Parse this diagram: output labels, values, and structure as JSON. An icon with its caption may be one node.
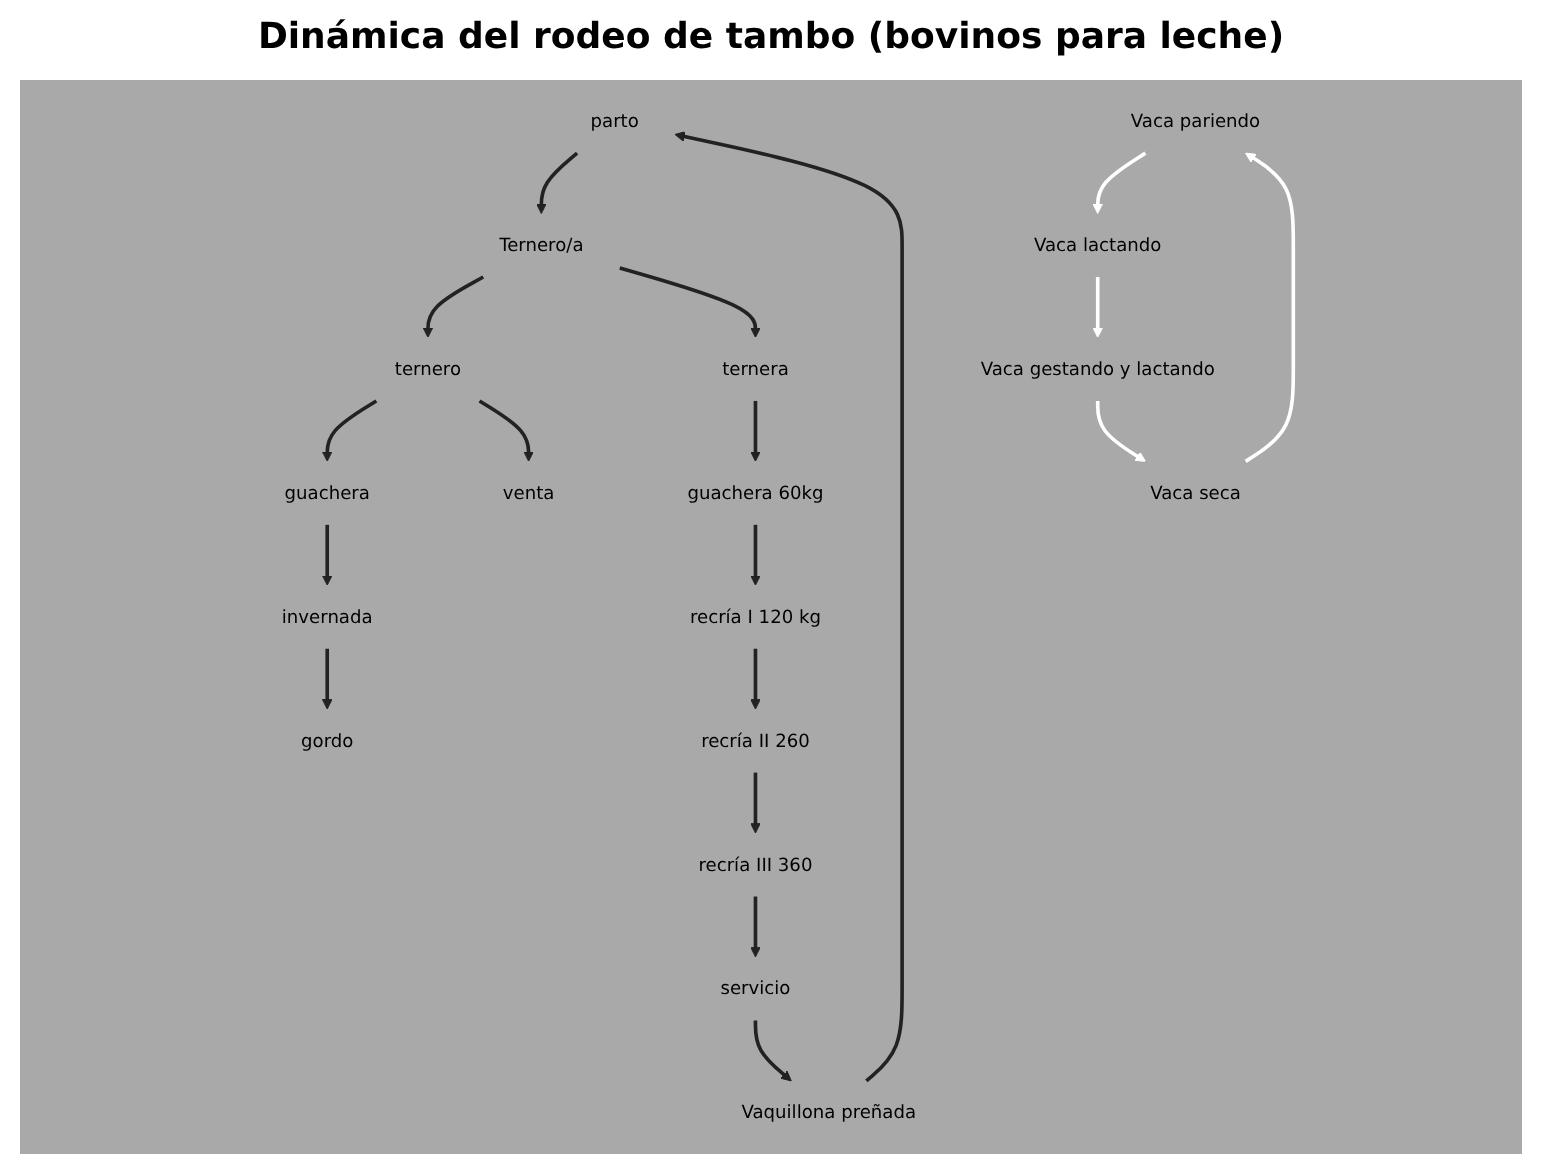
{
  "diagram": {
    "title": "Dinámica del rodeo de tambo (bovinos para leche)",
    "nodes": [
      {
        "text": [
          "gordo"
        ]
      },
      {
        "text": [
          "invernada"
        ]
      },
      {
        "text": [
          "guachera"
        ]
      },
      {
        "text": [
          "venta"
        ]
      },
      {
        "text": [
          "ternero"
        ]
      },
      {
        "text": [
          "parto"
        ]
      },
      {
        "text": [
          "Ternero/a"
        ]
      },
      {
        "text": [
          "ternera"
        ]
      },
      {
        "text": [
          "Vaca pariendo"
        ]
      },
      {
        "text": [
          "guachera 60kg"
        ]
      },
      {
        "text": [
          "Vaquillona preñada"
        ]
      },
      {
        "text": [
          "Vaca seca"
        ]
      },
      {
        "text": [
          "Vaca lactando"
        ]
      },
      {
        "text": [
          "recría I 120 kg"
        ]
      },
      {
        "text": [
          "Vaca gestando y lactando"
        ]
      },
      {
        "text": [
          "recría II 260"
        ]
      },
      {
        "text": [
          "servicio"
        ]
      },
      {
        "text": [
          "recría III 360"
        ]
      }
    ],
    "edges": [
      {
        "from": 1,
        "to": 0,
        "arrow": "to"
      },
      {
        "from": 2,
        "to": 1,
        "arrow": "to"
      },
      {
        "from": 4,
        "to": 2,
        "arrow": "to"
      },
      {
        "from": 4,
        "to": 3,
        "arrow": "to"
      },
      {
        "from": 6,
        "to": 4,
        "arrow": "to"
      },
      {
        "from": 5,
        "to": 6,
        "arrow": "to"
      },
      {
        "from": 6,
        "to": 7,
        "arrow": "to"
      },
      {
        "from": 7,
        "to": 9,
        "arrow": "to"
      },
      {
        "from": 9,
        "to": 13,
        "arrow": "to"
      },
      {
        "from": 13,
        "to": 15,
        "arrow": "to"
      },
      {
        "from": 15,
        "to": 17,
        "arrow": "to"
      },
      {
        "from": 17,
        "to": 16,
        "arrow": "to"
      },
      {
        "from": 16,
        "to": 10,
        "arrow": "to"
      },
      {
        "from": 10,
        "to": 5,
        "arrow": "to"
      },
      {
        "from": 11,
        "to": 8,
        "arrow": "to",
        "color": "#ffffff"
      },
      {
        "from": 8,
        "to": 12,
        "arrow": "to",
        "color": "#ffffff"
      },
      {
        "from": 12,
        "to": 14,
        "arrow": "to",
        "color": "#ffffff"
      },
      {
        "from": 14,
        "to": 11,
        "arrow": "to",
        "color": "#ffffff"
      }
    ]
  }
}
